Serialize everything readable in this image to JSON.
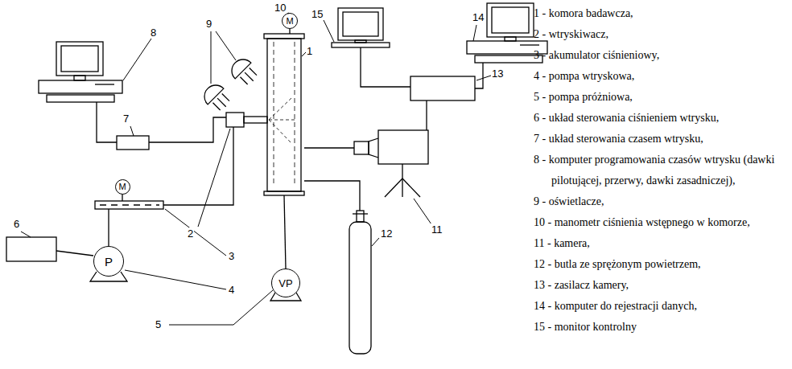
{
  "diagram": {
    "nodes": [
      {
        "text": [
          "M"
        ]
      },
      {
        "text": [
          "M"
        ]
      },
      {
        "text": [
          "P"
        ]
      },
      {
        "text": [
          "VP"
        ]
      }
    ],
    "labels": [
      "1",
      "2",
      "3",
      "4",
      "5",
      "6",
      "7",
      "8",
      "9",
      "10",
      "11",
      "12",
      "13",
      "14",
      "15",
      "1 - komora badawcza,",
      "2 - wtryskiwacz,",
      "3 - akumulator ciśnieniowy,",
      "4 - pompa wtryskowa,",
      "5 - pompa próżniowa,",
      "6 - układ sterowania ciśnieniem wtrysku,",
      "7 - układ sterowania czasem wtrysku,",
      "8 - komputer programowania czasów wtrysku (dawki pilotującej, przerwy, dawki zasadniczej),",
      "9 - oświetlacze,",
      "10 - manometr ciśnienia wstępnego w komorze,",
      "11 - kamera,",
      "12 - butla ze sprężonym powietrzem,",
      "13 - zasilacz kamery,",
      "14 - komputer do rejestracji danych,",
      "15 - monitor kontrolny"
    ]
  }
}
